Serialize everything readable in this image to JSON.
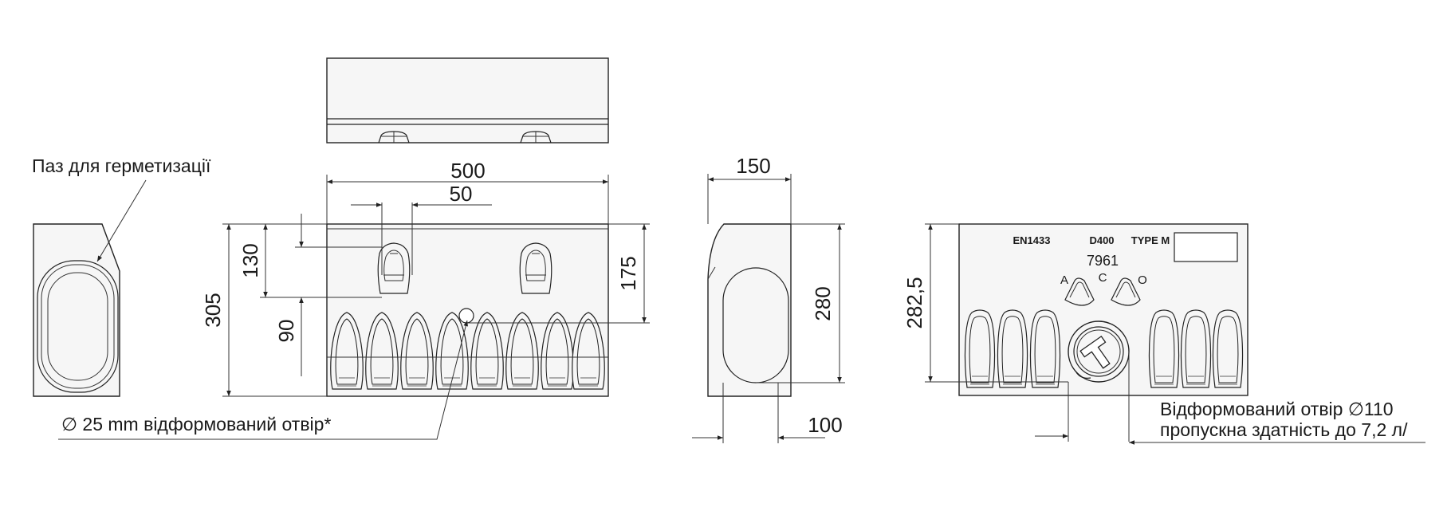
{
  "title": "",
  "dimensions": {
    "width": "500",
    "offset": "50",
    "height_total": "305",
    "height_upper": "130",
    "height_lower": "90",
    "height_right": "175",
    "side_width": "150",
    "side_height": "280",
    "side_bottom": "100",
    "front_height": "282,5"
  },
  "notes": {
    "seal_groove": "Паз для герметизації",
    "hole_25": "∅ 25 mm відформований отвір*",
    "hole_110_line1": "Відформований отвір ∅110",
    "hole_110_line2": "пропускна здатність до 7,2 л/"
  },
  "stamp": {
    "standard": "EN1433",
    "class": "D400",
    "type": "TYPE M",
    "number": "7961",
    "letters": [
      "A",
      "C",
      "O"
    ]
  }
}
